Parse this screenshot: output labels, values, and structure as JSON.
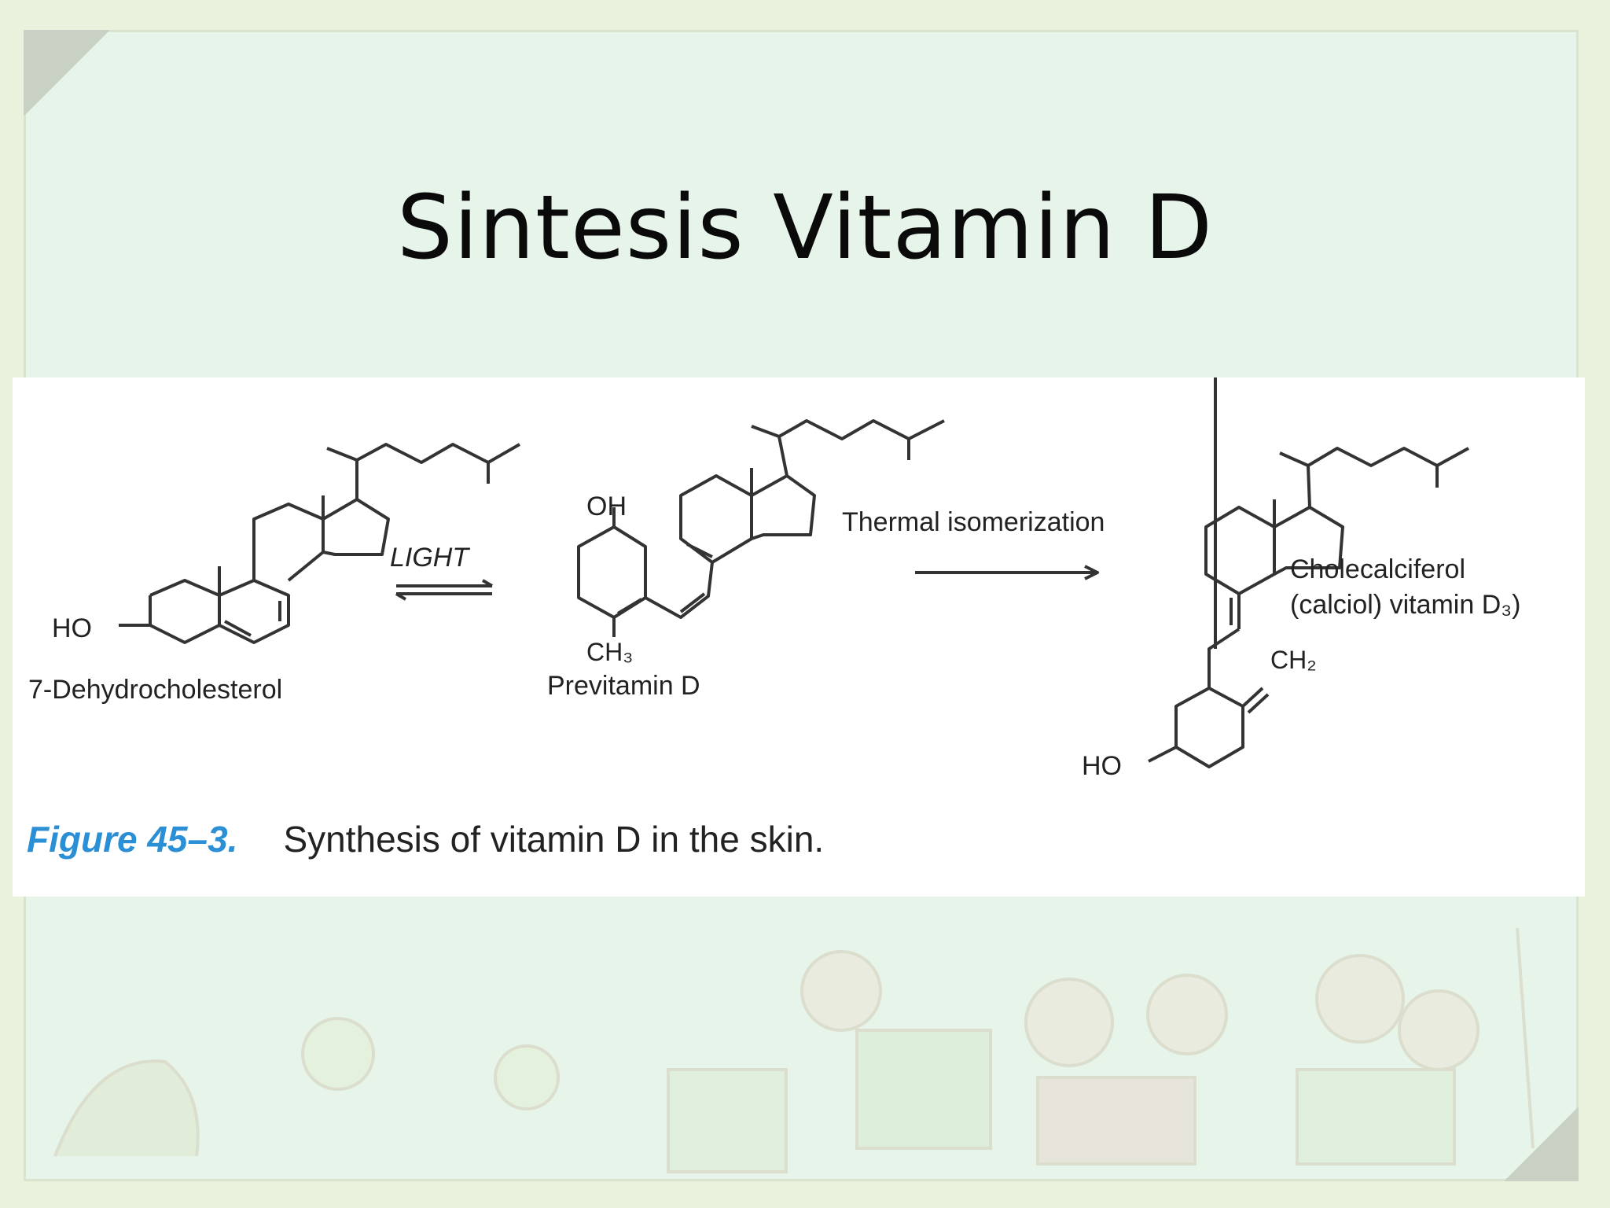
{
  "slide": {
    "title": "Sintesis Vitamin D"
  },
  "figure": {
    "caption_number": "Figure 45–3.",
    "caption_text": "Synthesis of vitamin D in the skin.",
    "compounds": {
      "dehydrocholesterol": {
        "name": "7-Dehydrocholesterol",
        "ho": "HO"
      },
      "previtamin": {
        "name": "Previtamin D",
        "oh": "OH",
        "ch3": "CH₃"
      },
      "cholecalciferol": {
        "name_line1": "Cholecalciferol",
        "name_line2": "(calciol) vitamin D₃)",
        "ho": "HO",
        "ch2": "CH₂"
      }
    },
    "reactions": {
      "light": "LIGHT",
      "thermal": "Thermal isomerization"
    }
  },
  "colors": {
    "background": "#e6f4ea",
    "caption_accent": "#2b8fd6"
  }
}
